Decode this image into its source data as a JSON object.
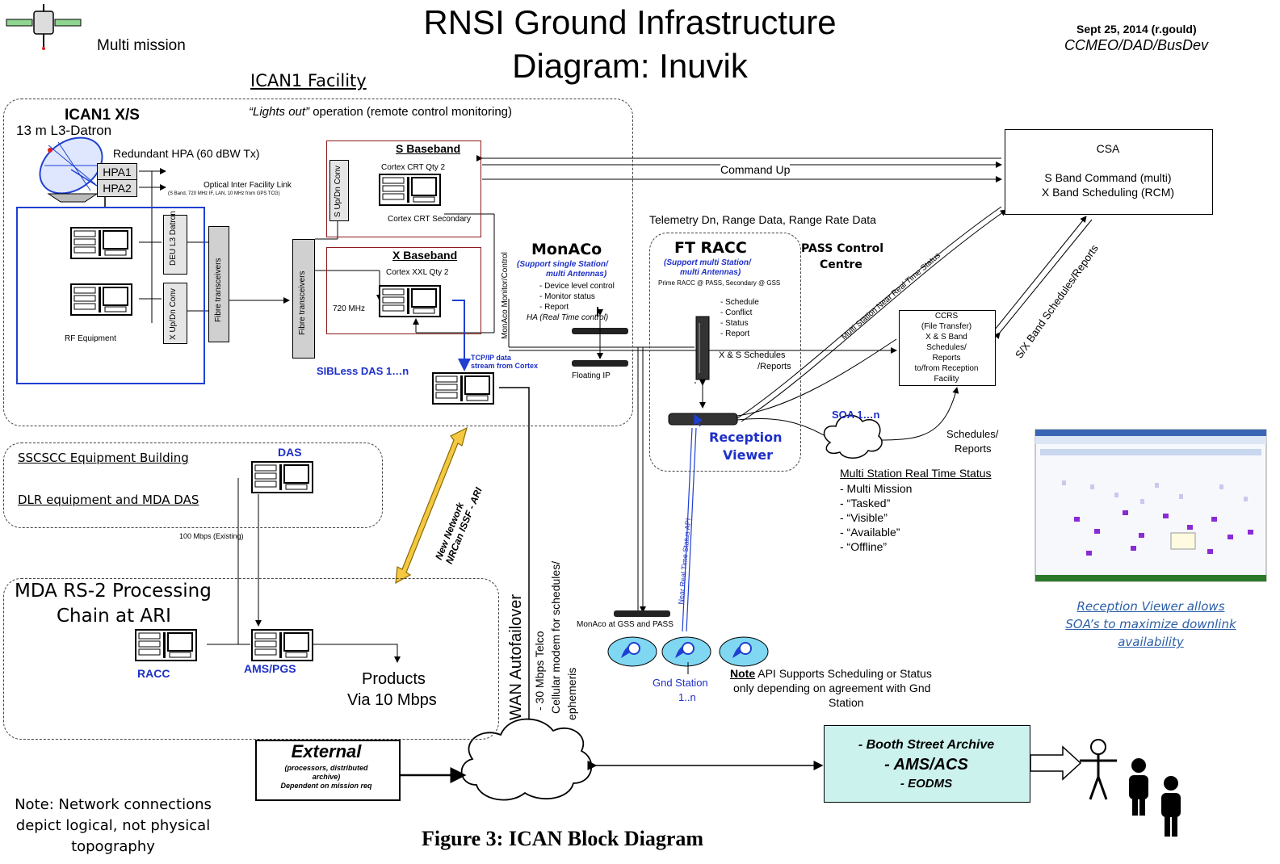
{
  "header": {
    "title_line1": "RNSI Ground Infrastructure",
    "title_line2": "Diagram: Inuvik",
    "date": "Sept 25, 2014 (r.gould)",
    "org": "CCMEO/DAD/BusDev",
    "legend_multi_mission": "Multi mission"
  },
  "ican1": {
    "facility": "ICAN1 Facility",
    "lights_out": "“Lights out”",
    "operation": " operation (remote control monitoring)",
    "xs_title": "ICAN1 X/S",
    "antenna": "13 m L3-Datron",
    "hpa": "Redundant HPA (60 dBW Tx)",
    "hpa1": "HPA1",
    "hpa2": "HPA2",
    "optical": "Optical Inter Facility Link",
    "optical_sub": "(S Band, 720 MHz IF, LAN, 10 MHz from GPS TCG)",
    "deu": "DEU L3 Datron",
    "xupdn": "X Up/Dn Conv",
    "rf_equipment": "RF Equipment",
    "fibre1": "Fibre transceivers",
    "fibre2": "Fibre transceivers",
    "s_updn": "S Up/Dn Conv",
    "s_baseband": "S Baseband",
    "cortex_crt": "Cortex CRT Qty 2",
    "cortex_crt_secondary": "Cortex CRT Secondary",
    "x_baseband": "X Baseband",
    "cortex_xxl": "Cortex XXL Qty 2",
    "mhz720": "720 MHz",
    "monaco_monitor": "MonAco Monitor/Control",
    "sibless": "SIBLess DAS 1…n",
    "tcpip": "TCP/IP data",
    "tcpip2": "stream from Cortex"
  },
  "monaco": {
    "title": "MonACo",
    "sub1": "(Support single Station/",
    "sub2": "multi Antennas)",
    "items": [
      "- Device level control",
      "- Monitor status",
      "- Report"
    ],
    "ha": "HA (Real Time control)",
    "floating": "Floating IP",
    "at_gss": "MonAco at GSS and PASS"
  },
  "ftracc": {
    "title": "FT RACC",
    "sub1": "(Support multi Station/",
    "sub2": "multi Antennas)",
    "prime": "Prime RACC @ PASS, Secondary @ GSS",
    "items": [
      "- Schedule",
      "- Conflict",
      "- Status",
      "- Report"
    ],
    "schedules": "X & S Schedules",
    "reports": "/Reports",
    "reception1": "Reception",
    "reception2": "Viewer",
    "pass_control1": "PASS Control",
    "pass_control2": "Centre",
    "telemetry": "Telemetry Dn, Range Data, Range Rate Data",
    "nrt_api": "Near Real Time Status API"
  },
  "csa": {
    "title": "CSA",
    "line1": "S Band Command (multi)",
    "line2": "X Band Scheduling (RCM)",
    "command_up": "Command Up"
  },
  "ccrs": {
    "lines": [
      "CCRS",
      "(File Transfer)",
      "X & S Band",
      "Schedules/",
      "Reports",
      "to/from Reception",
      "Facility"
    ],
    "multi_nrt": "Multi Station Near Real Time Status",
    "sx_band": "S/X Band Schedules/Reports"
  },
  "soa": {
    "label": "SOA 1…n",
    "schedules": "Schedules/",
    "reports": "Reports",
    "rt_status": "Multi Station Real Time Status",
    "items": [
      "- Multi Mission",
      "- “Tasked”",
      "- “Visible”",
      "- “Available”",
      "- “Offline”"
    ]
  },
  "reception_viewer": {
    "line1": "Reception Viewer allows",
    "line2": "SOA’s to maximize downlink",
    "line3": "availability"
  },
  "gnd": {
    "label1": "Gnd Station",
    "label2": "1..n",
    "note_bold": "Note",
    "note_rest": " API Supports Scheduling or Status",
    "note2": "only depending on agreement with Gnd",
    "note3": "Station"
  },
  "sscscc": {
    "building": "SSCSCC Equipment Building",
    "dlr": "DLR equipment and MDA DAS",
    "das": "DAS",
    "mbps": "100 Mbps (Existing)"
  },
  "mda": {
    "title1": "MDA RS-2 Processing",
    "title2": "Chain at ARI",
    "racc": "RACC",
    "ams": "AMS/PGS",
    "products1": "Products",
    "products2": "Via 10 Mbps"
  },
  "network": {
    "new1": "New Network",
    "new2": "NRCan ISSF - ARI",
    "wan": "WAN Autofailover",
    "telco": "- 30 Mbps Telco",
    "cell1": "Cellular modem for schedules/",
    "cell2": "ephemeris"
  },
  "external": {
    "title": "External",
    "sub1": "(processors, distributed",
    "sub2": "archive)",
    "sub3": "Dependent on mission req"
  },
  "archive": {
    "line1": "- Booth Street Archive",
    "line2": "- AMS/ACS",
    "line3": "- EODMS"
  },
  "footer": {
    "note1": "Note: Network connections",
    "note2": "depict logical, not physical",
    "note3": "topography",
    "figure": "Figure 3: ICAN Block Diagram"
  }
}
